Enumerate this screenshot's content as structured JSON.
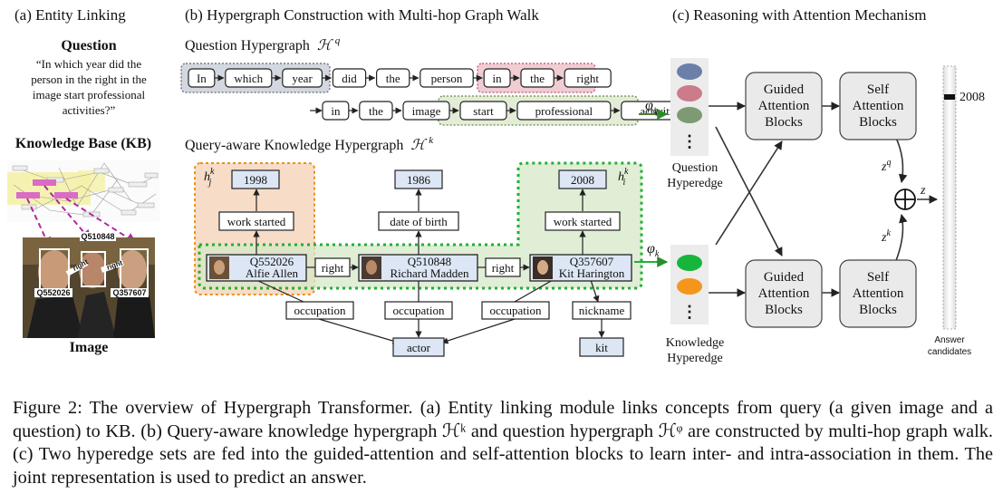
{
  "panels": {
    "a": {
      "title": "(a)  Entity Linking",
      "question_heading": "Question",
      "question_lines": [
        "“In which year did the",
        "person in the right in the",
        "image start professional",
        "activities?”"
      ],
      "kb_label": "Knowledge Base (KB)",
      "image_label": "Image",
      "photo_tags": [
        "Q510848",
        "Q552026",
        "Q357607"
      ],
      "photo_arrows": [
        "right",
        "right"
      ]
    },
    "b": {
      "title": "(b) Hypergraph Construction with Multi-hop Graph Walk",
      "question_hg_title": "Question Hypergraph",
      "question_hg_symbol": "ℋ",
      "question_hg_sup": "q",
      "tokens_row1": [
        "In",
        "which",
        "year",
        "did",
        "the",
        "person",
        "in",
        "the",
        "right"
      ],
      "tokens_row2": [
        "in",
        "the",
        "image",
        "start",
        "professional",
        "activities"
      ],
      "kb_hg_title": "Query-aware Knowledge Hypergraph",
      "kb_hg_symbol": "ℋ",
      "kb_hg_sup": "k",
      "h_j": {
        "base": "h",
        "sub": "j",
        "sup": "k"
      },
      "h_i": {
        "base": "h",
        "sub": "i",
        "sup": "k"
      },
      "entities": [
        {
          "id": "Q552026",
          "name": "Alfie Allen"
        },
        {
          "id": "Q510848",
          "name": "Richard Madden"
        },
        {
          "id": "Q357607",
          "name": "Kit Harington"
        }
      ],
      "relations": {
        "right1": "right",
        "right2": "right",
        "work_started": "work started",
        "date_of_birth": "date of birth",
        "occupation": "occupation",
        "nickname": "nickname"
      },
      "values": {
        "y1998": "1998",
        "y1986": "1986",
        "y2008": "2008",
        "actor": "actor",
        "kit": "kit"
      }
    },
    "c": {
      "title": "(c) Reasoning with Attention Mechanism",
      "phi_q": {
        "base": "φ",
        "sub": "q"
      },
      "phi_k": {
        "base": "φ",
        "sub": "k"
      },
      "question_hyperedge": [
        "Question",
        "Hyperedge"
      ],
      "knowledge_hyperedge": [
        "Knowledge",
        "Hyperedge"
      ],
      "guided_block": [
        "Guided",
        "Attention",
        "Blocks"
      ],
      "self_block": [
        "Self",
        "Attention",
        "Blocks"
      ],
      "z_q": {
        "base": "z",
        "sup": "q"
      },
      "z_k": {
        "base": "z",
        "sup": "k"
      },
      "z": "z",
      "dots": "⋮",
      "answer_value": "2008",
      "answer_label": [
        "Answer",
        "candidates"
      ],
      "question_dot_colors": [
        "#6b7fa8",
        "#cc7b8b",
        "#7d9a72"
      ],
      "knowledge_dot_colors": [
        "#18b53c",
        "#f5961c"
      ]
    }
  },
  "caption": {
    "text": "Figure 2: The overview of Hypergraph Transformer. (a) Entity linking module links concepts from query (a given image and a question) to KB. (b) Query-aware knowledge hypergraph ℋᵏ and question hypergraph ℋᵠ are constructed by multi-hop graph walk. (c) Two hyperedge sets are fed into the guided-attention and self-attention blocks to learn inter- and intra-association in them. The joint representation is used to predict an answer."
  }
}
